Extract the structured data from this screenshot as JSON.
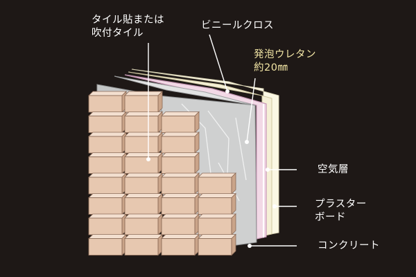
{
  "colors": {
    "background": "#1e1816",
    "tile_face": "#e7c8b0",
    "tile_side": "#caa489",
    "tile_top": "#f3dfcf",
    "concrete": "#cfd0d0",
    "concrete_edge": "#9fa1a2",
    "urethane_foam": "#f2d9e6",
    "urethane_edge": "#d6a8c4",
    "plaster_board": "#f5f0d6",
    "vinyl_cloth": "#fbf8e4",
    "leader_line": "#ffffff",
    "yellow_label": "#f1e4a4"
  },
  "labels": {
    "tile_line1": "タイル貼または",
    "tile_line2": "吹付タイル",
    "vinyl_cloth": "ビニールクロス",
    "urethane_line1": "発泡ウレタン",
    "urethane_line2": "約20㎜",
    "air_layer": "空気層",
    "plaster_line1": "プラスター",
    "plaster_line2": "ボード",
    "concrete": "コンクリート"
  }
}
